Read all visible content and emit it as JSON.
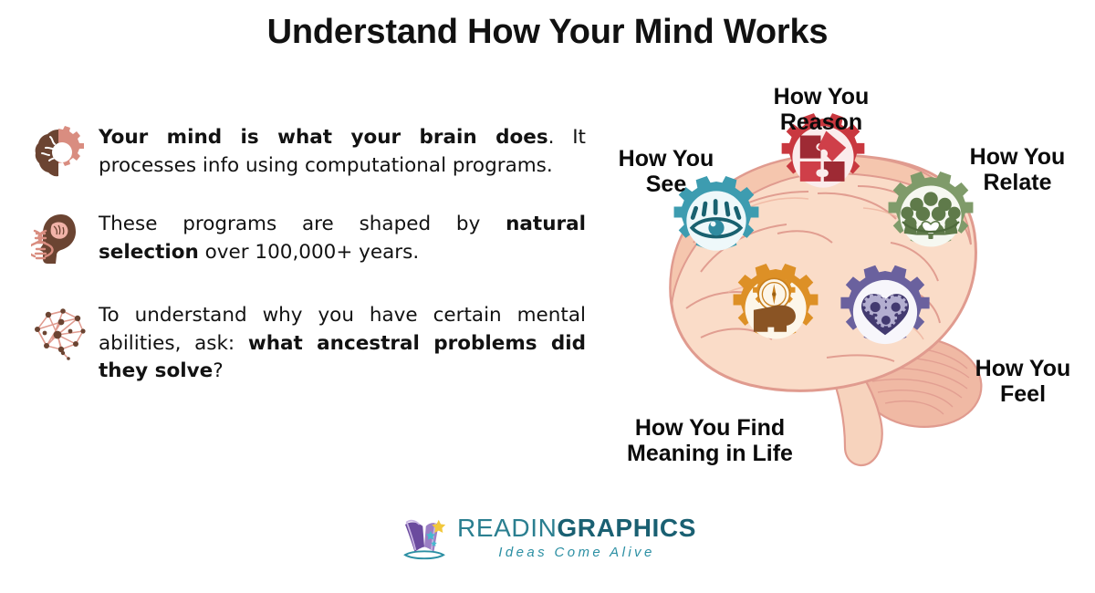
{
  "title": "Understand How Your Mind Works",
  "bullets": [
    {
      "icon": "brain-gear-icon",
      "html": "<b>Your mind is what your brain does</b>. It processes info using computational programs."
    },
    {
      "icon": "head-dna-icon",
      "html": "These programs are shaped by <b>natural selection</b> over 100,000+ years."
    },
    {
      "icon": "neural-network-icon",
      "html": "To understand why you have certain mental abilities, ask: <b>what ancestral problems did they solve</b>?"
    }
  ],
  "illustration": {
    "name": "brain-with-gears",
    "brain_fill": "#fadcc8",
    "brain_outline": "#e8a894",
    "gears": [
      {
        "name": "gear-see",
        "label": "How You\nSee",
        "icon": "eye-icon",
        "color": "#3d9cb0"
      },
      {
        "name": "gear-reason",
        "label": "How You\nReason",
        "icon": "puzzle-icon",
        "color": "#c9383f"
      },
      {
        "name": "gear-relate",
        "label": "How You\nRelate",
        "icon": "people-icon",
        "color": "#7f9b6a"
      },
      {
        "name": "gear-meaning",
        "label": "How You Find\nMeaning in Life",
        "icon": "head-compass-icon",
        "color": "#dd9026"
      },
      {
        "name": "gear-feel",
        "label": "How You\nFeel",
        "icon": "heart-gears-icon",
        "color": "#6a619e"
      }
    ]
  },
  "labels": {
    "see_l1": "How You",
    "see_l2": "See",
    "reason_l1": "How You",
    "reason_l2": "Reason",
    "relate_l1": "How You",
    "relate_l2": "Relate",
    "feel_l1": "How You",
    "feel_l2": "Feel",
    "meaning_l1": "How You Find",
    "meaning_l2": "Meaning in Life"
  },
  "footer": {
    "brand_part1": "READIN",
    "brand_part2": "GRAPHICS",
    "tagline": "Ideas Come Alive",
    "logo_icon": "open-book-stars-logo",
    "brand_color": "#1d6a7e"
  }
}
